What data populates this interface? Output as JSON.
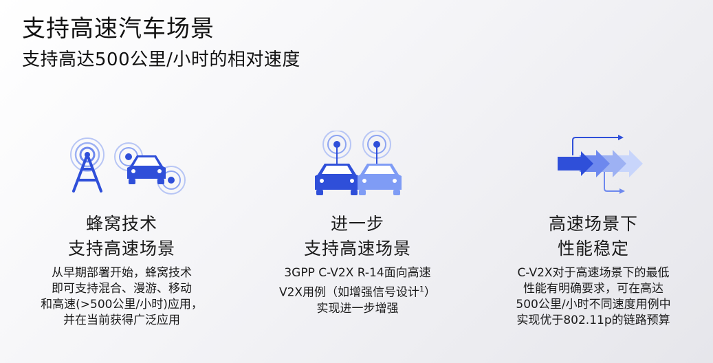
{
  "header": {
    "title": "支持高速汽车场景",
    "subtitle": "支持高达500公里/小时的相对速度"
  },
  "columns": [
    {
      "heading_line1": "蜂窝技术",
      "heading_line2": "支持高速场景",
      "body_lines": [
        "从早期部署开始，蜂窝技术",
        "即可支持混合、漫游、移动",
        "和高速(>500公里/小时)应用，",
        "并在当前获得广泛应用"
      ],
      "icon": "cell-tower-car-icon"
    },
    {
      "heading_line1": "进一步",
      "heading_line2": "支持高速场景",
      "body_lines": [
        "3GPP C-V2X R-14面向高速",
        "V2X用例（如增强信号设计",
        "实现进一步增强"
      ],
      "footnote": "1",
      "footnote_suffix": "）",
      "icon": "two-cars-signal-icon"
    },
    {
      "heading_line1": "高速场景下",
      "heading_line2": "性能稳定",
      "body_lines": [
        "C-V2X对于高速场景下的最低",
        "性能有明确要求，可在高达",
        "500公里/小时不同速度用例中",
        "实现优于802.11p的链路预算"
      ],
      "icon": "speed-arrows-icon"
    }
  ],
  "colors": {
    "primary_blue": "#2f4fd9",
    "light_blue": "#7f9cf5",
    "pale_blue": "#c8d5fb"
  }
}
